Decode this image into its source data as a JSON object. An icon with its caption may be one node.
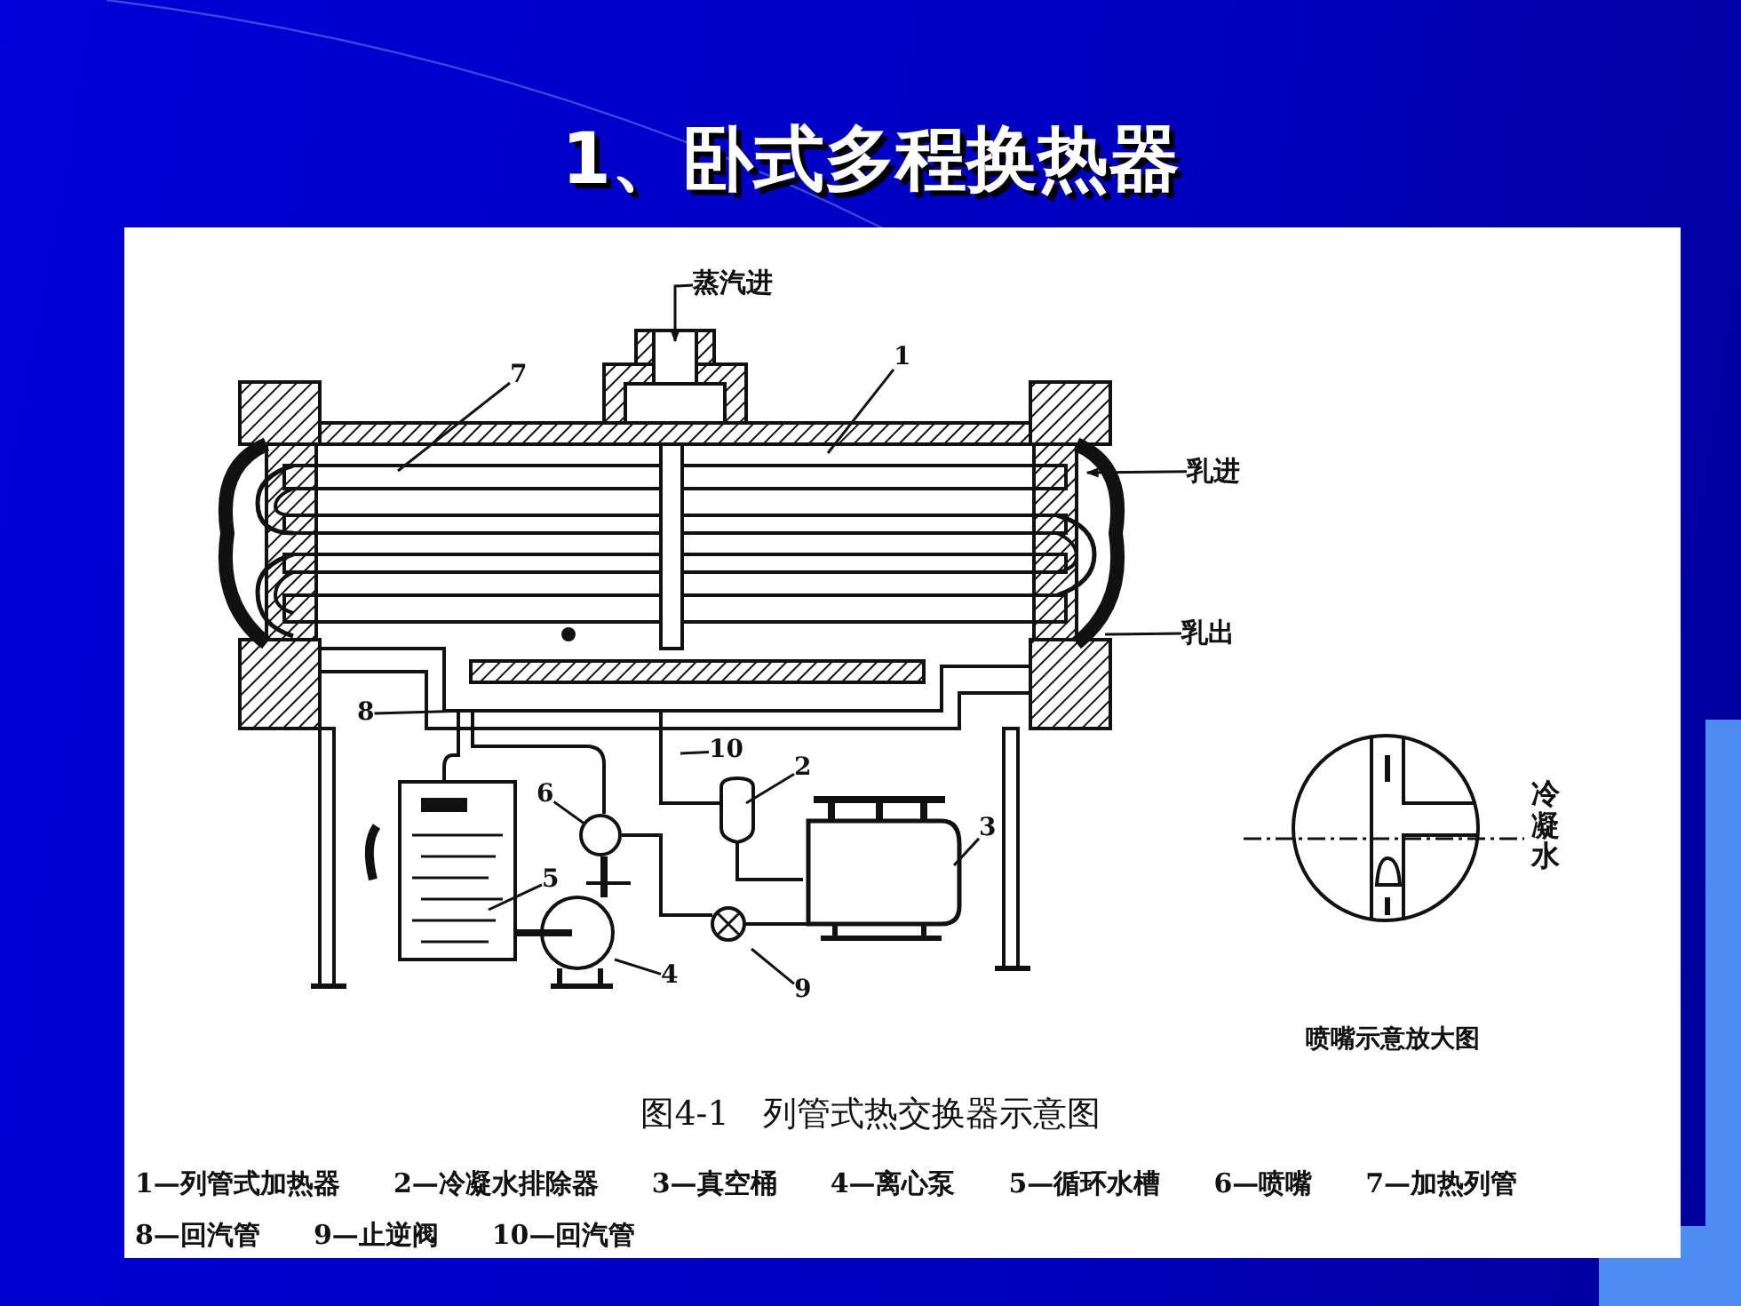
{
  "diagram": {
    "title": "1、卧式多程换热器",
    "caption": "图4-1　列管式热交换器示意图",
    "nodes": [
      {
        "text": [
          "蒸汽进"
        ]
      },
      {
        "text": [
          "乳进"
        ]
      },
      {
        "text": [
          "乳出"
        ]
      },
      {
        "text": [
          "7"
        ]
      },
      {
        "text": [
          "1"
        ]
      },
      {
        "text": [
          "8"
        ]
      },
      {
        "text": [
          "10"
        ]
      },
      {
        "text": [
          "2"
        ]
      },
      {
        "text": [
          "6"
        ]
      },
      {
        "text": [
          "3"
        ]
      },
      {
        "text": [
          "5"
        ]
      },
      {
        "text": [
          "4"
        ]
      },
      {
        "text": [
          "9"
        ]
      },
      {
        "text": [],
        "shape": "circle"
      }
    ],
    "edges": [
      {
        "from": 0,
        "to": null,
        "arrow": "to"
      },
      {
        "from": 1,
        "to": null,
        "arrow": "to"
      },
      {
        "from": 2,
        "to": null,
        "arrow": "none"
      },
      {
        "from": 3,
        "to": null,
        "arrow": "none"
      },
      {
        "from": 4,
        "to": null,
        "arrow": "none"
      },
      {
        "from": 5,
        "to": null,
        "arrow": "none"
      },
      {
        "from": 6,
        "to": null,
        "arrow": "none"
      },
      {
        "from": 7,
        "to": null,
        "arrow": "none"
      },
      {
        "from": 8,
        "to": 13,
        "arrow": "none"
      },
      {
        "from": 9,
        "to": null,
        "arrow": "none"
      },
      {
        "from": 10,
        "to": null,
        "arrow": "none"
      },
      {
        "from": 11,
        "to": null,
        "arrow": "none"
      },
      {
        "from": 12,
        "to": null,
        "arrow": "none"
      }
    ],
    "labels": [
      "冷凝水",
      "喷嘴示意放大图",
      "1—列管式加热器",
      "2—冷凝水排除器",
      "3—真空桶",
      "4—离心泵",
      "5—循环水槽",
      "6—喷嘴",
      "7—加热列管",
      "8—回汽管",
      "9—止逆阀",
      "10—回汽管"
    ]
  }
}
